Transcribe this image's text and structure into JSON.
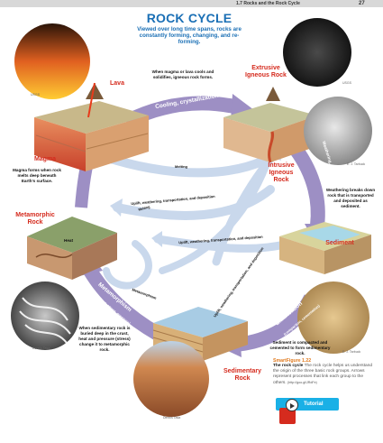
{
  "header": {
    "running_head": "1.7 Rocks and the Rock Cycle",
    "page_number": "27"
  },
  "title": "ROCK CYCLE",
  "subtitle": "Viewed over long time spans, rocks are constantly forming, changing, and re-forming.",
  "labels": {
    "lava": "Lava",
    "magma": "Magma",
    "extrusive": "Extrusive Igneous Rock",
    "intrusive": "Intrusive Igneous Rock",
    "sediment": "Sediment",
    "sedimentary": "Sedimentary Rock",
    "metamorphic": "Metamorphic Rock",
    "heat": "Heat"
  },
  "processes": {
    "cooling": "Cooling, crystallization",
    "melting_left": "Melting",
    "melting_center": "Melting",
    "melting_mid": "Melting",
    "weathering": "Weathering, transportation, and deposition",
    "uplift_top": "Uplift, weathering, transportation, and deposition",
    "uplift_mid": "Uplift, weathering, transportation, and deposition",
    "uplift_diag": "Uplift, weathering, transportation, and deposition",
    "metamorphism_small": "Metamorphism",
    "metamorphism_big": "Metamorphism",
    "metamorphism_paren": "(heat, stress, pressure)",
    "lithification": "Lithification",
    "lithification_paren": "(compaction, cementation)"
  },
  "captions": {
    "magma_lava": "When magma or lava cools and solidifies, igneous rock forms.",
    "magma_forms": "Magma forms when rock melts deep beneath Earth's surface.",
    "weathering": "Weathering breaks down rock that is transported and deposited as sediment.",
    "lithification": "Sediment is compacted and cemented to form sedimentary rock.",
    "metamorphism": "When sedimentary rock is buried deep in the crust, heat and pressure (stress) change it to metamorphic rock."
  },
  "credits": {
    "lava_photo": "USGS",
    "extrusive_photo": "USGS",
    "intrusive_photo": "E. J. Tarbuck",
    "sediment_photo": "E. J. Tarbuck",
    "sedimentary_photo": "Dennis Tasa",
    "metamorphic_photo": "Dennis Tasa"
  },
  "smartfigure": {
    "heading": "SmartFigure 1.22",
    "bold": "The rock cycle",
    "text": " The rock cycle helps us understand the origin of the three basic rock groups. Arrows represent processes that link each group to the others.",
    "url": "(http://goo.gl/JRdFe)",
    "button": "Tutorial"
  },
  "colors": {
    "title": "#1a6fb5",
    "label_red": "#d52b1e",
    "arrow_purple": "#9d8fc4",
    "arrow_light": "#c9d8ec",
    "smart_heading": "#e07a1f",
    "tutorial": "#1ab0e6"
  }
}
